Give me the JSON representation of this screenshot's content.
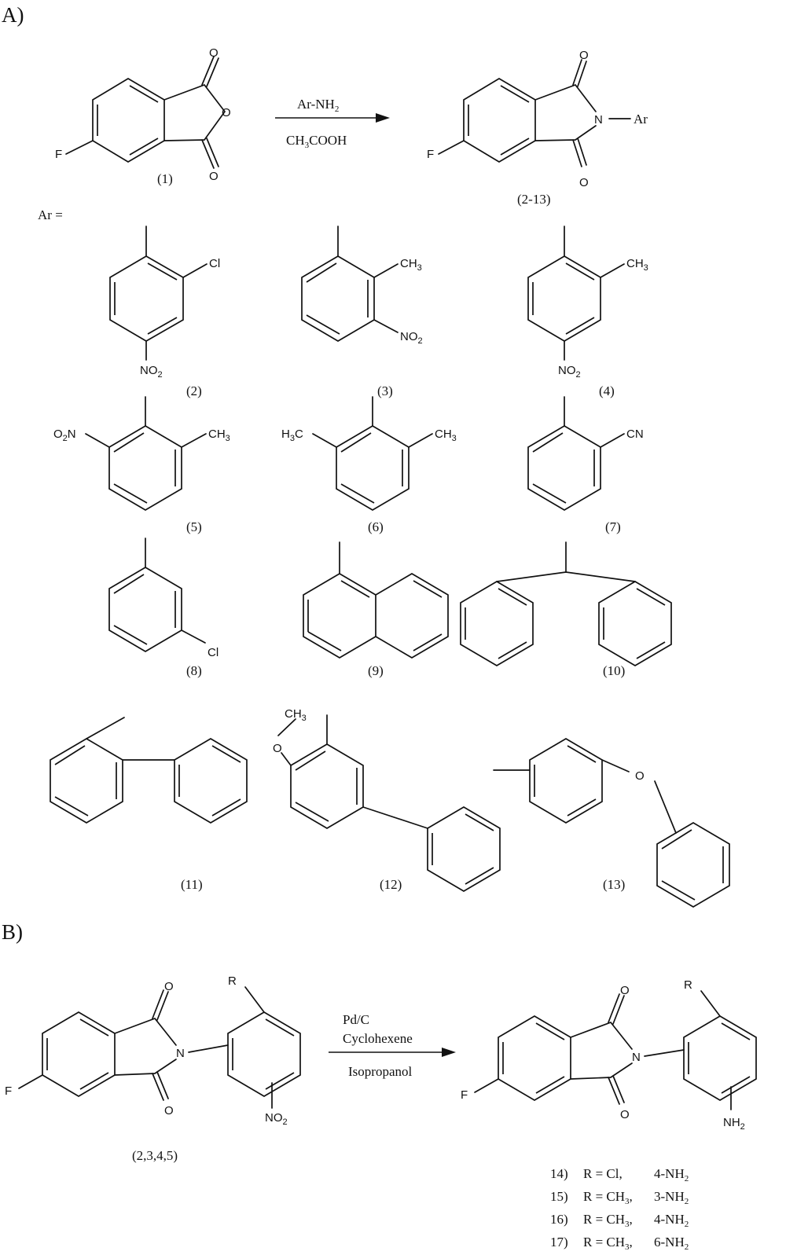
{
  "figure": {
    "panel_a_label": "A)",
    "panel_b_label": "B)",
    "reaction_a": {
      "reagent_top": "Ar-NH",
      "reagent_top_sub": "2",
      "reagent_bottom_pre": "CH",
      "reagent_bottom_sub": "3",
      "reagent_bottom_post": "COOH",
      "start_label": "(1)",
      "product_label": "(2-13)",
      "product_substituent": "Ar",
      "ar_equals": "Ar ="
    },
    "atoms": {
      "F": "F",
      "O": "O",
      "N": "N",
      "Cl": "Cl",
      "CN": "CN",
      "CH3": "CH",
      "H3C": "H",
      "NO2": "NO",
      "O2N": "O",
      "NH2": "NH",
      "R": "R",
      "sub2": "2",
      "sub3": "3"
    },
    "compound_labels": [
      "(2)",
      "(3)",
      "(4)",
      "(5)",
      "(6)",
      "(7)",
      "(8)",
      "(9)",
      "(10)",
      "(11)",
      "(12)",
      "(13)"
    ],
    "reaction_b": {
      "reagent_1": "Pd/C",
      "reagent_2": "Cyclohexene",
      "reagent_3": "Isopropanol",
      "start_label": "(2,3,4,5)",
      "products": [
        {
          "num": "14)",
          "r": "R = Cl,",
          "pos": "4-NH"
        },
        {
          "num": "15)",
          "r": "R = CH",
          "pos": "3-NH"
        },
        {
          "num": "16)",
          "r": "R = CH",
          "pos": "4-NH"
        },
        {
          "num": "17)",
          "r": "R = CH",
          "pos": "6-NH"
        }
      ]
    }
  }
}
